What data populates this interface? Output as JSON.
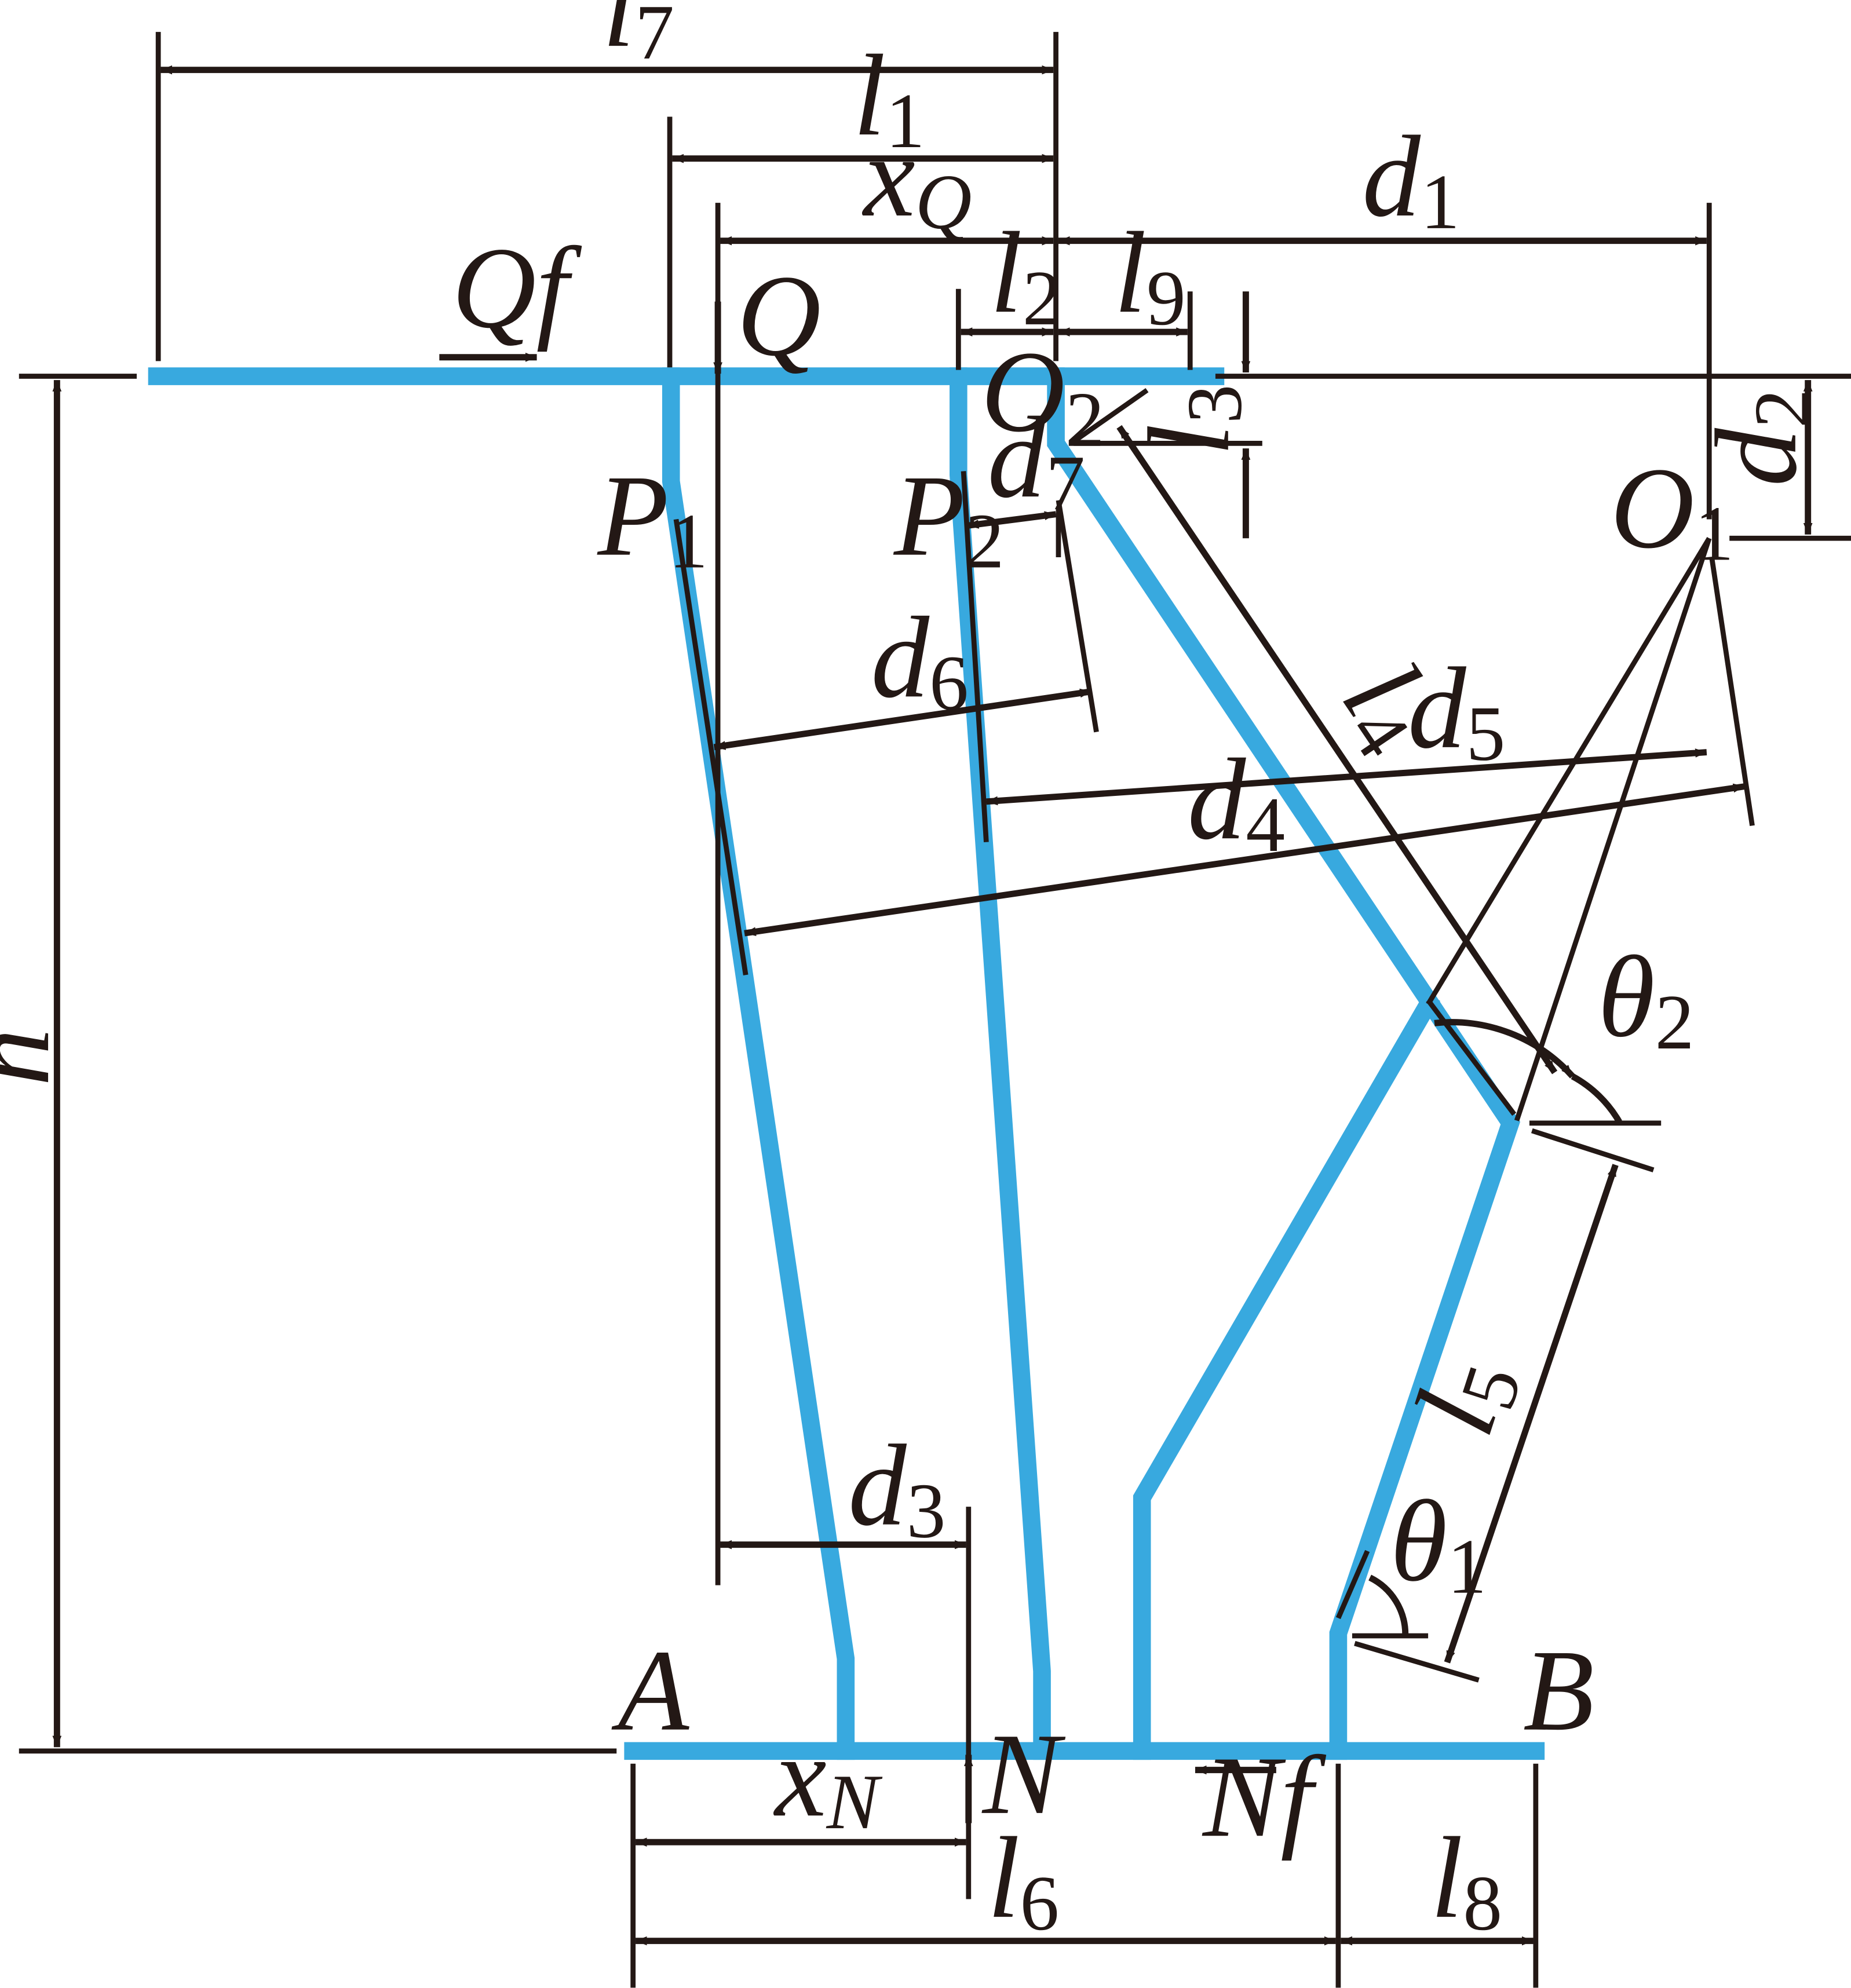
{
  "labels": {
    "l7": {
      "main": "l",
      "sub": "7"
    },
    "l1": {
      "main": "l",
      "sub": "1"
    },
    "xQ": {
      "main": "x",
      "sub": "Q"
    },
    "d1": {
      "main": "d",
      "sub": "1"
    },
    "Qf": {
      "main": "Qf"
    },
    "Q": {
      "main": "Q"
    },
    "l2": {
      "main": "l",
      "sub": "2"
    },
    "l9": {
      "main": "l",
      "sub": "9"
    },
    "l3": {
      "main": "l",
      "sub": "3"
    },
    "O2": {
      "main": "O",
      "sub": "2"
    },
    "d2": {
      "main": "d",
      "sub": "2"
    },
    "O1": {
      "main": "O",
      "sub": "1"
    },
    "d7": {
      "main": "d",
      "sub": "7"
    },
    "P1": {
      "main": "P",
      "sub": "1"
    },
    "P2": {
      "main": "P",
      "sub": "2"
    },
    "d6": {
      "main": "d",
      "sub": "6"
    },
    "l4": {
      "main": "l",
      "sub": "4"
    },
    "d5": {
      "main": "d",
      "sub": "5"
    },
    "d4": {
      "main": "d",
      "sub": "4"
    },
    "theta2": {
      "main": "θ",
      "sub": "2"
    },
    "h": {
      "main": "h"
    },
    "l5": {
      "main": "l",
      "sub": "5"
    },
    "theta1": {
      "main": "θ",
      "sub": "1"
    },
    "d3": {
      "main": "d",
      "sub": "3"
    },
    "A": {
      "main": "A"
    },
    "B": {
      "main": "B"
    },
    "N": {
      "main": "N"
    },
    "Nf": {
      "main": "Nf"
    },
    "xN": {
      "main": "x",
      "sub": "N"
    },
    "l6": {
      "main": "l",
      "sub": "6"
    },
    "l8": {
      "main": "l",
      "sub": "8"
    }
  },
  "colors": {
    "structure": "#38a9df",
    "lines": "#231815"
  }
}
